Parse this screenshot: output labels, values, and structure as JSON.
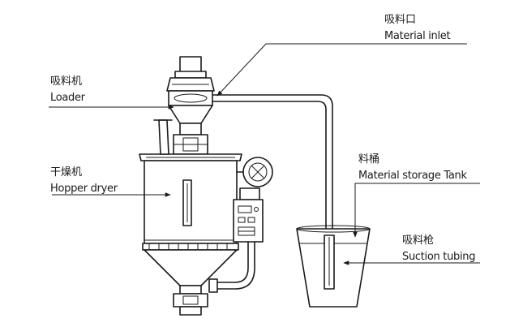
{
  "labels": {
    "material_inlet": {
      "zh": "吸料口",
      "en": "Material inlet"
    },
    "loader": {
      "zh": "吸料机",
      "en": "Loader"
    },
    "hopper_dryer": {
      "zh": "干燥机",
      "en": "Hopper dryer"
    },
    "material_storage_tank": {
      "zh": "料桶",
      "en": "Material storage Tank"
    },
    "suction_tubing": {
      "zh": "吸料枪",
      "en": "Suction tubing"
    }
  }
}
